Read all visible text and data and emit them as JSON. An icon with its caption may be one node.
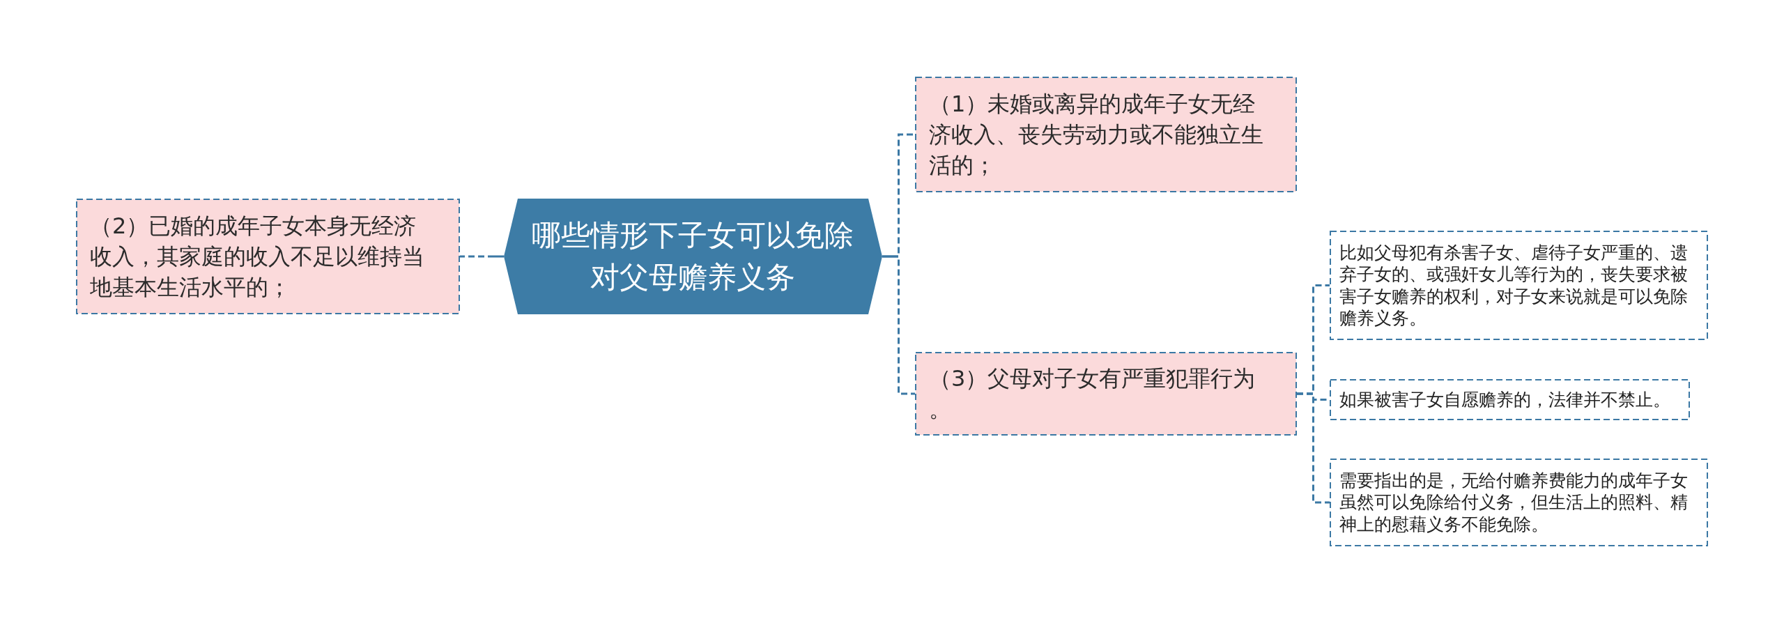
{
  "diagram": {
    "nodes": [
      {
        "text": [
          "哪些情形下子女可以免除对父母赡养义务"
        ]
      },
      {
        "text": [
          "（1）未婚或离异的成年子女无经济收入、丧失劳动力或不能独立生活的；"
        ]
      },
      {
        "text": [
          "（2）已婚的成年子女本身无经济收入，其家庭的收入不足以维持当地基本生活水平的；"
        ]
      },
      {
        "text": [
          "（3）父母对子女有严重犯罪行为。"
        ]
      },
      {
        "text": [
          "比如父母犯有杀害子女、虐待子女严重的、遗弃子女的、或强奸女儿等行为的，丧失要求被害子女赡养的权利，对子女来说就是可以免除赡养义务。"
        ]
      },
      {
        "text": [
          "如果被害子女自愿赡养的，法律并不禁止。"
        ]
      },
      {
        "text": [
          "需要指出的是，无给付赡养费能力的成年子女虽然可以免除给付义务，但生活上的照料、精神上的慰藉义务不能免除。"
        ]
      }
    ],
    "edges": [
      {
        "from": 0,
        "to": 1,
        "arrow": "none"
      },
      {
        "from": 0,
        "to": 2,
        "arrow": "none"
      },
      {
        "from": 0,
        "to": 3,
        "arrow": "none"
      },
      {
        "from": 3,
        "to": 4,
        "arrow": "none"
      },
      {
        "from": 3,
        "to": 5,
        "arrow": "none"
      },
      {
        "from": 3,
        "to": 6,
        "arrow": "none"
      }
    ]
  }
}
